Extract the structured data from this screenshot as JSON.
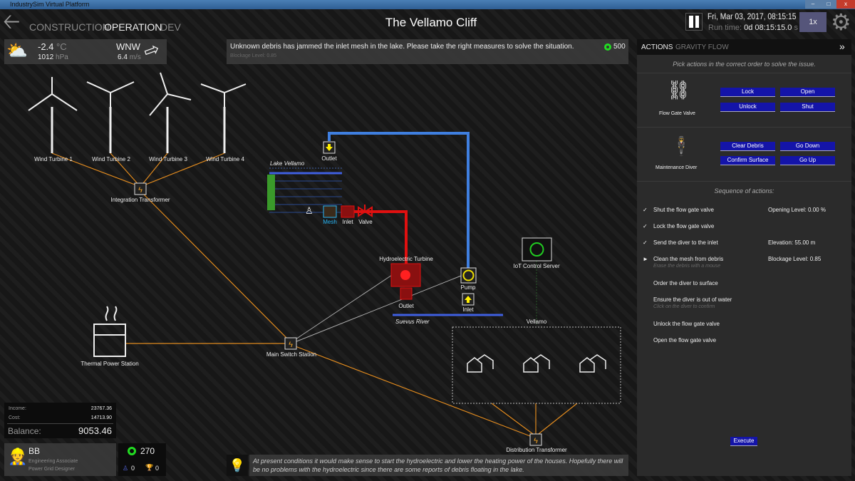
{
  "window": {
    "title": "IndustrySim Virtual Platform",
    "controls": [
      "–",
      "□",
      "x"
    ]
  },
  "header": {
    "tabs": [
      "CONSTRUCTION",
      "OPERATION",
      "DEV"
    ],
    "active_tab": "OPERATION",
    "title": "The Vellamo Cliff",
    "date": "Fri, Mar 03, 2017, 08:15:15",
    "runtime_label": "Run time:",
    "runtime_value": "0d 08:15:15.0",
    "runtime_unit": "s",
    "speed": "1x"
  },
  "weather": {
    "temp": "-2.4",
    "temp_unit": "°C",
    "pressure": "1012",
    "pressure_unit": "hPa",
    "wind_dir": "WNW",
    "wind_speed": "6.4",
    "wind_unit": "m/s"
  },
  "message": {
    "text": "Unknown debris has jammed the inlet mesh in the lake. Please take the right measures to solve the situation.",
    "sub": "Blockage Level: 0.85",
    "reward": "500"
  },
  "map": {
    "turbines": [
      "Wind Turbine 1",
      "Wind Turbine 2",
      "Wind Turbine 3",
      "Wind Turbine 4"
    ],
    "integration": "Integration Transformer",
    "lake": "Lake Vellamo",
    "mesh": "Mesh",
    "inlet": "Inlet",
    "valve": "Valve",
    "outlet_top": "Outlet",
    "hydro": "Hydroelectric Turbine",
    "outlet": "Outlet",
    "pump": "Pump",
    "pump_inlet": "Inlet",
    "river": "Suevus River",
    "iot": "IoT Control Server",
    "vellamo": "Vellamo",
    "thermal": "Thermal Power Station",
    "main_switch": "Main Switch Station",
    "distribution": "Distribution Transformer"
  },
  "finance": {
    "income_label": "Income:",
    "income": "23767.36",
    "cost_label": "Cost:",
    "cost": "14713.90",
    "balance_label": "Balance:",
    "balance": "9053.46"
  },
  "profile": {
    "name": "BB",
    "role1": "Engineering Associate",
    "role2": "Power Grid Designer",
    "points": "270",
    "medals": "0",
    "trophies": "0"
  },
  "hint": "At present conditions it would make sense to start the hydroelectric and lower the heating power of the houses. Hopefully there will be no problems with the hydroelectric since there are some reports of debris floating in the lake.",
  "actions": {
    "tabs": [
      "ACTIONS",
      "GRAVITY FLOW"
    ],
    "instruction": "Pick actions in the correct order to solve the issue.",
    "valve": {
      "label": "Flow Gate Valve",
      "buttons": [
        "Lock",
        "Open",
        "Unlock",
        "Shut"
      ]
    },
    "diver": {
      "label": "Maintenance Diver",
      "buttons": [
        "Clear Debris",
        "Go Down",
        "Confirm Surface",
        "Go Up"
      ]
    },
    "sequence_title": "Sequence of actions:",
    "sequence": [
      {
        "text": "Shut the flow gate valve",
        "mark": "✓",
        "value": "Opening Level: 0.00 %"
      },
      {
        "text": "Lock the flow gate valve",
        "mark": "✓"
      },
      {
        "text": "Send the diver to the inlet",
        "mark": "✓",
        "value": "Elevation: 55.00 m"
      },
      {
        "text": "Clean the mesh from debris",
        "mark": "►",
        "hint": "Erase the debris with a mouse",
        "value": "Blockage Level: 0.85"
      },
      {
        "text": "Order the diver to surface"
      },
      {
        "text": "Ensure the diver is out of water",
        "hint": "Click on the diver to confirm"
      },
      {
        "text": "Unlock the flow gate valve"
      },
      {
        "text": "Open the flow gate valve"
      }
    ],
    "execute": "Execute"
  },
  "colors": {
    "power_line": "#e08a1e",
    "water_pipe": "#3f7fe0",
    "hydro_active": "#e01010",
    "action_button": "#1414a8",
    "coin": "#22dd22"
  }
}
